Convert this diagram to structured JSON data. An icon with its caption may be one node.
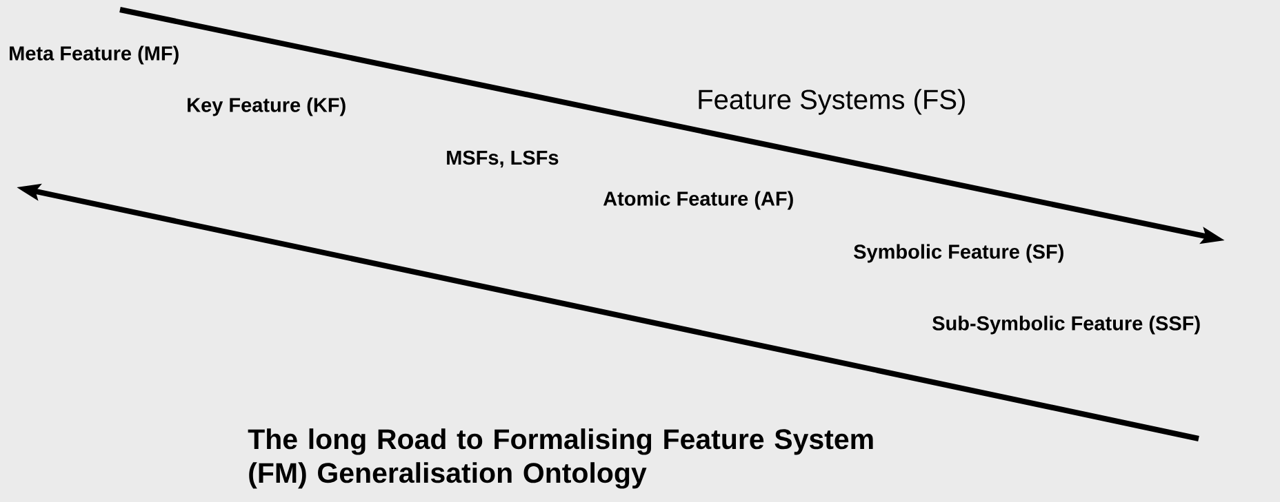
{
  "diagram": {
    "title": "The long Road to Formalising Feature System (FM) Generalisation Ontology",
    "labels": [
      "Meta Feature (MF)",
      "Feature Systems (FS)",
      "Key Feature (KF)",
      "MSFs, LSFs",
      "Atomic Feature (AF)",
      "Symbolic Feature (SF)",
      "Sub-Symbolic Feature (SSF)"
    ]
  }
}
